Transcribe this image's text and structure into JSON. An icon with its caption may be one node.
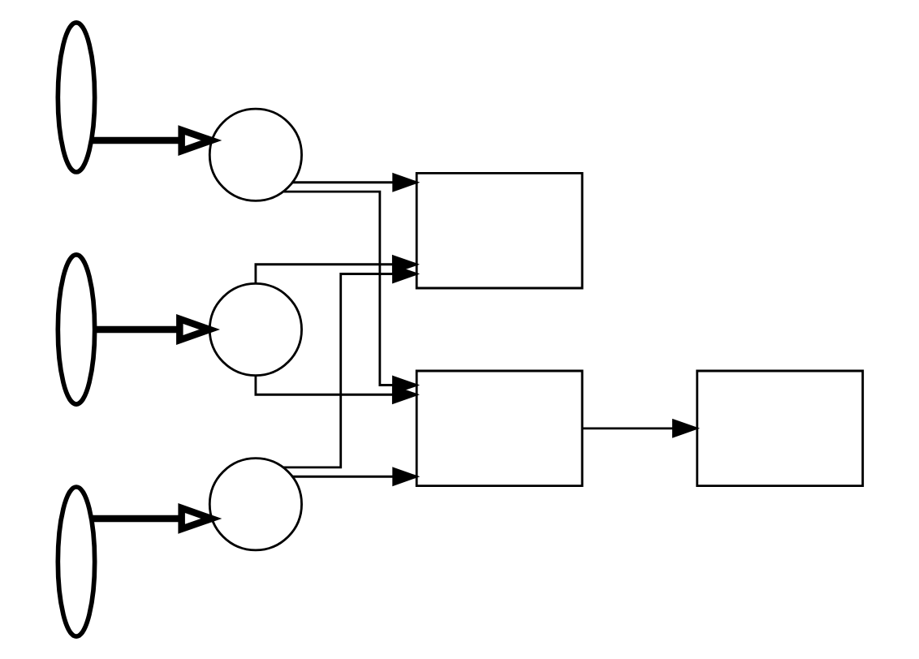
{
  "diagram": {
    "nodes": [
      {
        "text": [],
        "shape": "propeller"
      },
      {
        "text": [],
        "shape": "propeller"
      },
      {
        "text": [],
        "shape": "propeller"
      },
      {
        "text": [],
        "shape": "circle"
      },
      {
        "text": [],
        "shape": "circle"
      },
      {
        "text": [],
        "shape": "circle"
      },
      {
        "text": [],
        "shape": "box"
      },
      {
        "text": [],
        "shape": "box"
      },
      {
        "text": [],
        "shape": "box"
      }
    ],
    "edges": [
      {
        "from": 0,
        "to": 3,
        "arrow": "to",
        "style": "thick"
      },
      {
        "from": 1,
        "to": 4,
        "arrow": "to",
        "style": "thick"
      },
      {
        "from": 2,
        "to": 5,
        "arrow": "to",
        "style": "thick"
      },
      {
        "from": 3,
        "to": 6,
        "arrow": "to"
      },
      {
        "from": 4,
        "to": 6,
        "arrow": "to"
      },
      {
        "from": 5,
        "to": 6,
        "arrow": "to"
      },
      {
        "from": 3,
        "to": 7,
        "arrow": "to"
      },
      {
        "from": 4,
        "to": 7,
        "arrow": "to"
      },
      {
        "from": 5,
        "to": 7,
        "arrow": "to"
      },
      {
        "from": 7,
        "to": 8,
        "arrow": "to"
      }
    ]
  }
}
